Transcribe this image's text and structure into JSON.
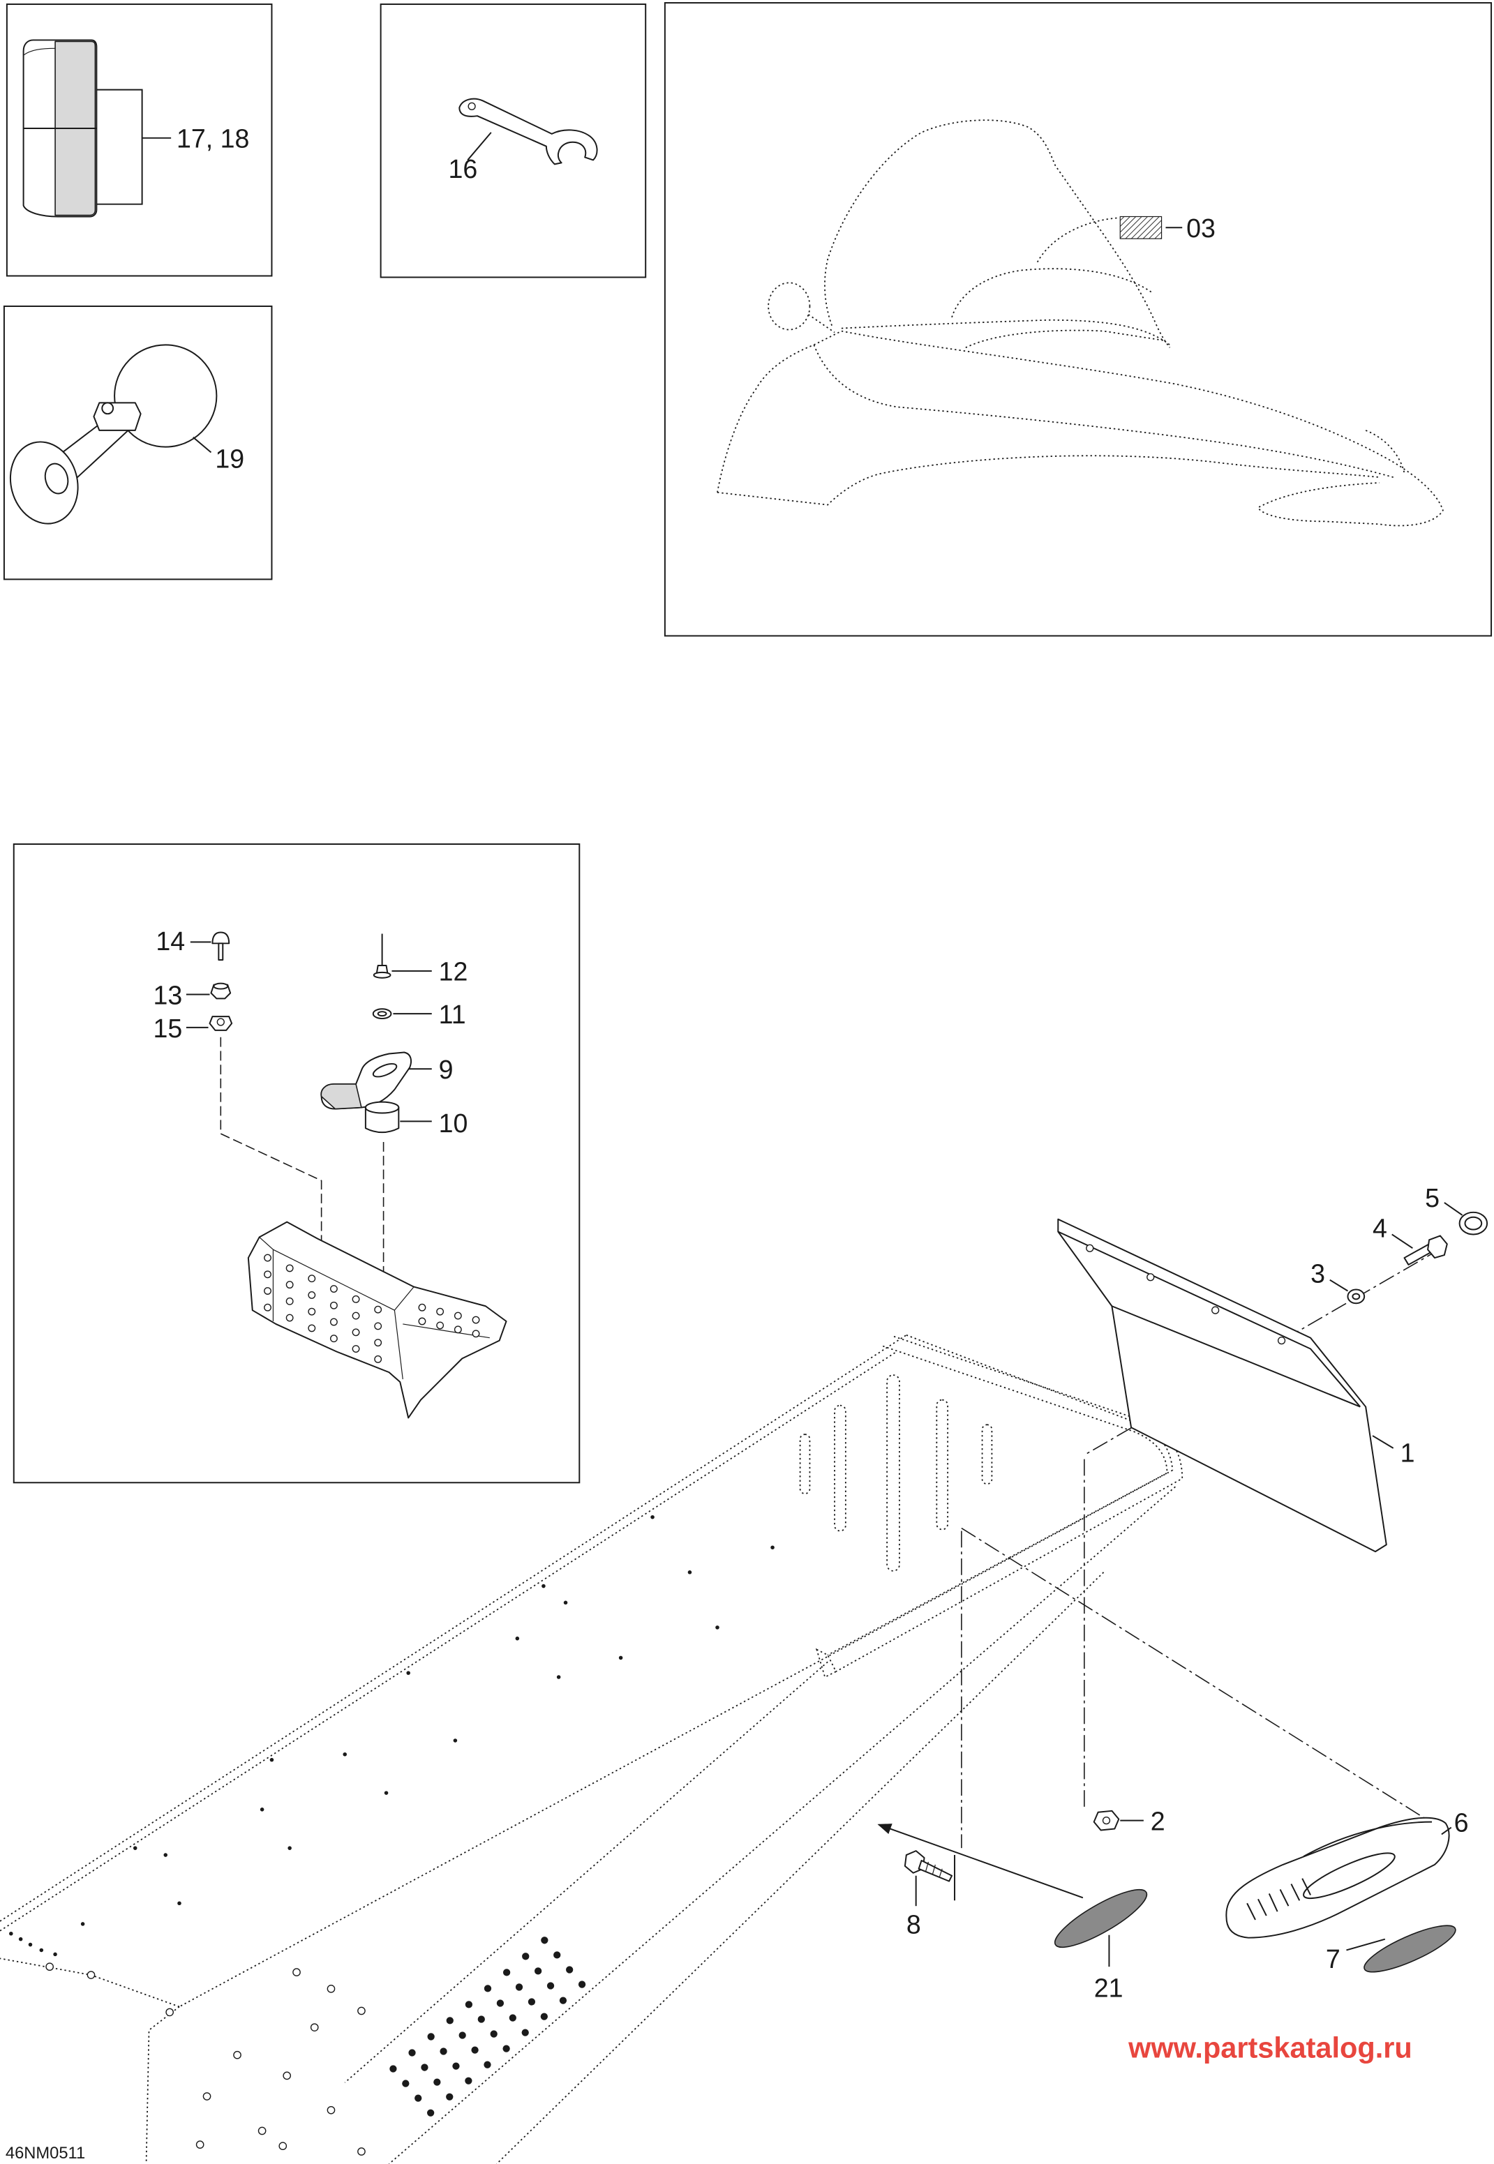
{
  "diagram_code": "46NM0511",
  "watermark": {
    "text": "www.partskatalog.ru",
    "color": "#e8463e"
  },
  "colors": {
    "ink": "#1a1a1a",
    "paper": "#ffffff",
    "shade": "#d9d9d9",
    "reflector": "#8a8a8a"
  },
  "insets": {
    "inset_1": {
      "callout": "17, 18"
    },
    "inset_2": {
      "callout": "16"
    },
    "inset_3": {
      "callout": "19"
    },
    "inset_4": {
      "callout": "03"
    },
    "inset_5": {
      "callouts": {
        "item_14": "14",
        "item_13": "13",
        "item_15": "15",
        "item_12": "12",
        "item_11": "11",
        "item_9": "9",
        "item_10": "10"
      }
    }
  },
  "main": {
    "callouts": {
      "item_1": "1",
      "item_2": "2",
      "item_3": "3",
      "item_4": "4",
      "item_5": "5",
      "item_6": "6",
      "item_7": "7",
      "item_8": "8",
      "item_21": "21"
    }
  }
}
